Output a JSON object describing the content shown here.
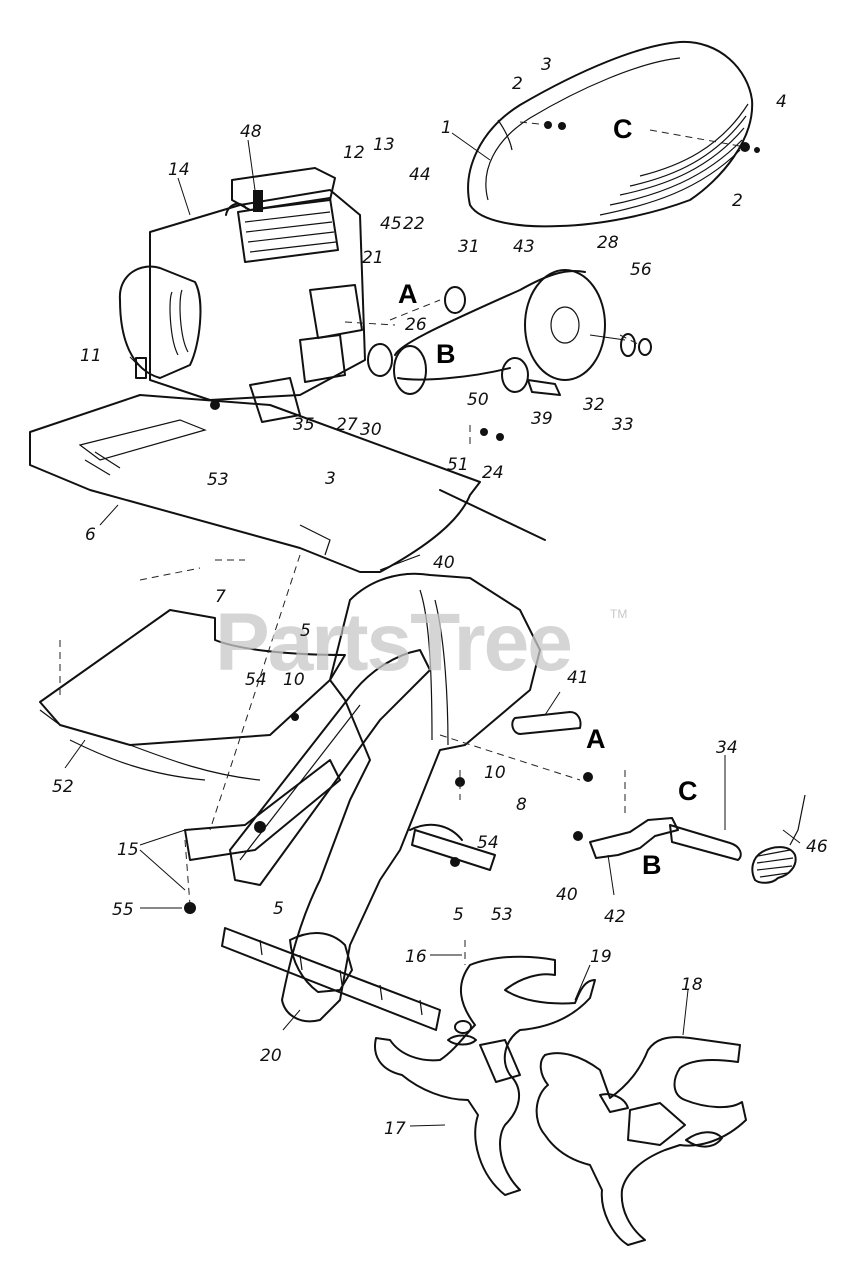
{
  "watermark": {
    "text": "PartsTree",
    "trademark": "TM"
  },
  "callouts": [
    {
      "id": "C-top",
      "text": "C"
    },
    {
      "id": "A-top",
      "text": "A"
    },
    {
      "id": "B-top",
      "text": "B"
    },
    {
      "id": "A-bottom",
      "text": "A"
    },
    {
      "id": "C-bottom",
      "text": "C"
    },
    {
      "id": "B-bottom",
      "text": "B"
    }
  ],
  "labels": [
    {
      "id": "p1",
      "text": "1"
    },
    {
      "id": "p2a",
      "text": "2"
    },
    {
      "id": "p3a",
      "text": "3"
    },
    {
      "id": "p4",
      "text": "4"
    },
    {
      "id": "p2b",
      "text": "2"
    },
    {
      "id": "p48",
      "text": "48"
    },
    {
      "id": "p14",
      "text": "14"
    },
    {
      "id": "p12",
      "text": "12"
    },
    {
      "id": "p13",
      "text": "13"
    },
    {
      "id": "p44",
      "text": "44"
    },
    {
      "id": "p45",
      "text": "45"
    },
    {
      "id": "p22",
      "text": "22"
    },
    {
      "id": "p31",
      "text": "31"
    },
    {
      "id": "p43",
      "text": "43"
    },
    {
      "id": "p28",
      "text": "28"
    },
    {
      "id": "p56",
      "text": "56"
    },
    {
      "id": "p21",
      "text": "21"
    },
    {
      "id": "p26",
      "text": "26"
    },
    {
      "id": "p11",
      "text": "11"
    },
    {
      "id": "p35",
      "text": "35"
    },
    {
      "id": "p27",
      "text": "27"
    },
    {
      "id": "p30",
      "text": "30"
    },
    {
      "id": "p50",
      "text": "50"
    },
    {
      "id": "p39",
      "text": "39"
    },
    {
      "id": "p32",
      "text": "32"
    },
    {
      "id": "p33",
      "text": "33"
    },
    {
      "id": "p51",
      "text": "51"
    },
    {
      "id": "p24",
      "text": "24"
    },
    {
      "id": "p53a",
      "text": "53"
    },
    {
      "id": "p3b",
      "text": "3"
    },
    {
      "id": "p6",
      "text": "6"
    },
    {
      "id": "p40a",
      "text": "40"
    },
    {
      "id": "p7",
      "text": "7"
    },
    {
      "id": "p5a",
      "text": "5"
    },
    {
      "id": "p54a",
      "text": "54"
    },
    {
      "id": "p10a",
      "text": "10"
    },
    {
      "id": "p41",
      "text": "41"
    },
    {
      "id": "p52",
      "text": "52"
    },
    {
      "id": "p10b",
      "text": "10"
    },
    {
      "id": "p8",
      "text": "8"
    },
    {
      "id": "p34",
      "text": "34"
    },
    {
      "id": "p15",
      "text": "15"
    },
    {
      "id": "p54b",
      "text": "54"
    },
    {
      "id": "p46",
      "text": "46"
    },
    {
      "id": "p40b",
      "text": "40"
    },
    {
      "id": "p55",
      "text": "55"
    },
    {
      "id": "p5b",
      "text": "5"
    },
    {
      "id": "p5c",
      "text": "5"
    },
    {
      "id": "p53b",
      "text": "53"
    },
    {
      "id": "p42",
      "text": "42"
    },
    {
      "id": "p16",
      "text": "16"
    },
    {
      "id": "p19",
      "text": "19"
    },
    {
      "id": "p18",
      "text": "18"
    },
    {
      "id": "p20",
      "text": "20"
    },
    {
      "id": "p17",
      "text": "17"
    }
  ]
}
